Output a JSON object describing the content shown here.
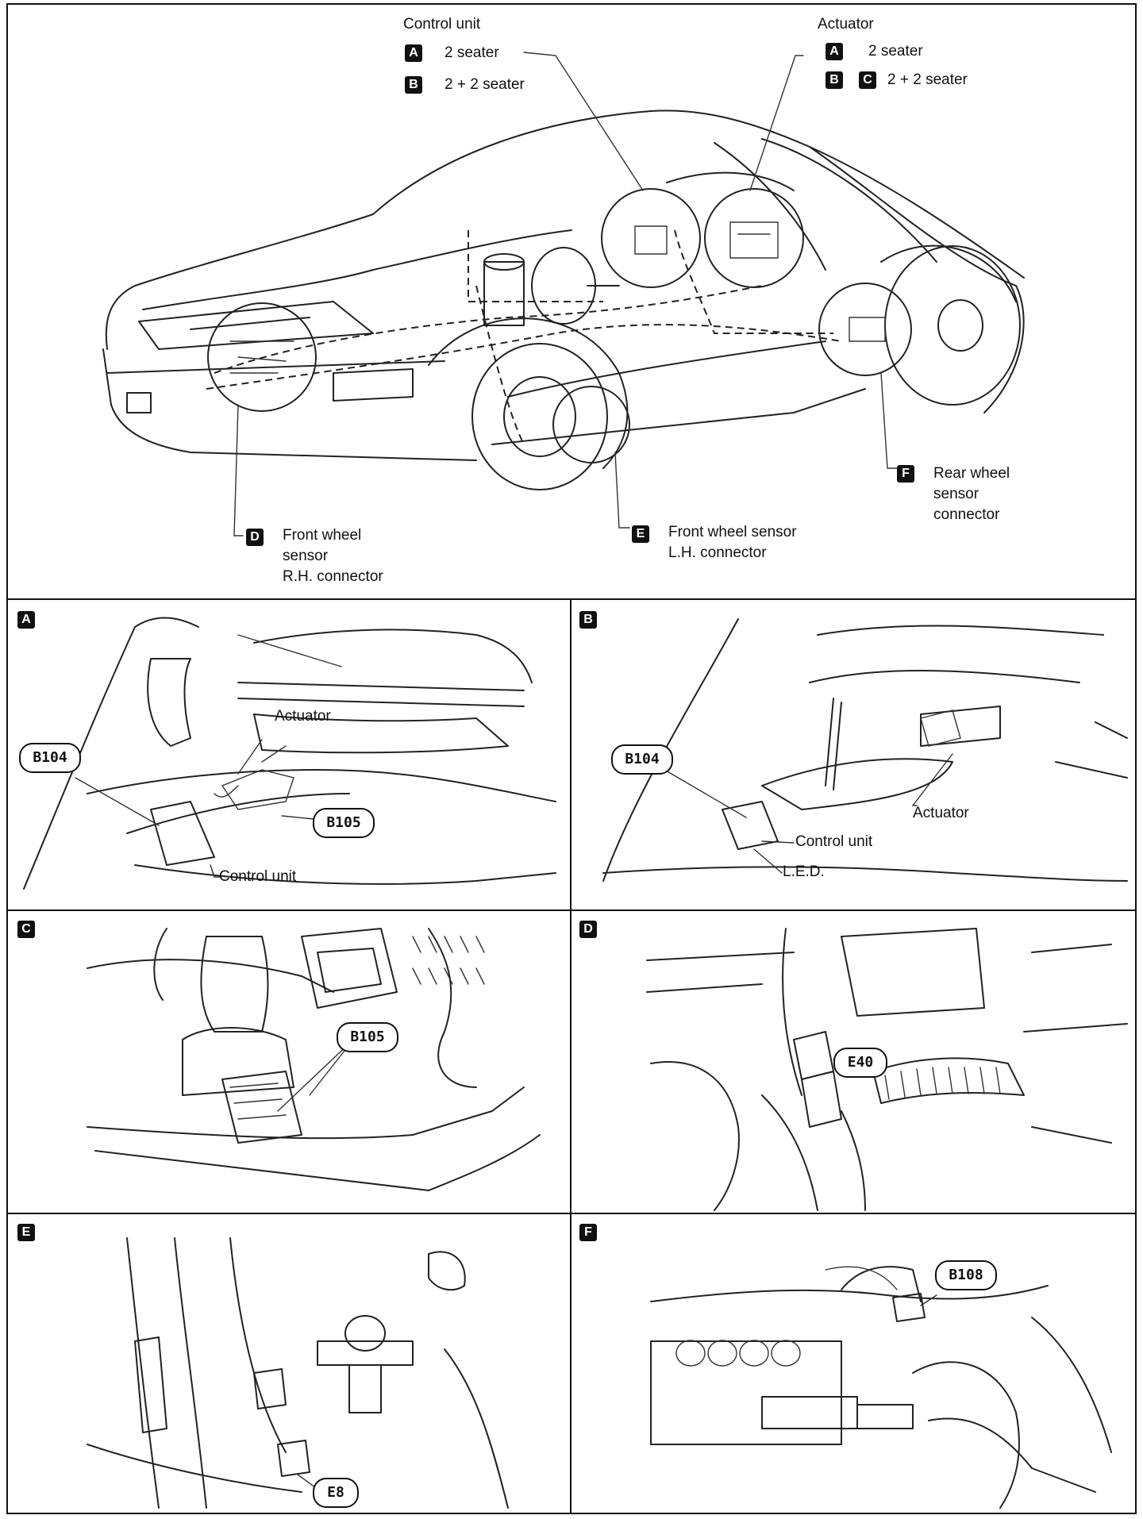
{
  "overview": {
    "control_unit": {
      "title": "Control unit",
      "rows": [
        {
          "badge": "A",
          "text": "2 seater"
        },
        {
          "badge": "B",
          "text": "2 + 2 seater"
        }
      ]
    },
    "actuator": {
      "title": "Actuator",
      "rows": [
        {
          "badges": [
            "A"
          ],
          "text": "2 seater"
        },
        {
          "badges": [
            "B",
            "C"
          ],
          "text": "2 + 2 seater"
        }
      ]
    },
    "front_rh": {
      "badge": "D",
      "text": "Front wheel\nsensor\nR.H. connector"
    },
    "front_lh": {
      "badge": "E",
      "text": "Front wheel sensor\nL.H. connector"
    },
    "rear": {
      "badge": "F",
      "text": "Rear wheel\nsensor\nconnector"
    }
  },
  "panels": {
    "A": {
      "badge": "A",
      "actuator": "Actuator",
      "control_unit": "Control unit",
      "b104": "B104",
      "b105": "B105"
    },
    "B": {
      "badge": "B",
      "b104": "B104",
      "actuator": "Actuator",
      "control_unit": "Control unit",
      "led": "L.E.D."
    },
    "C": {
      "badge": "C",
      "b105": "B105"
    },
    "D": {
      "badge": "D",
      "e40": "E40"
    },
    "E": {
      "badge": "E",
      "e8": "E8"
    },
    "F": {
      "badge": "F",
      "b108": "B108"
    }
  }
}
